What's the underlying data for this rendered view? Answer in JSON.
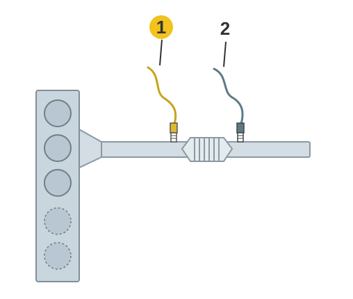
{
  "diagram": {
    "labels": {
      "sensor_1": "1",
      "sensor_2": "2"
    },
    "colors": {
      "background": "#ffffff",
      "engine_fill": "#c9d6de",
      "engine_stroke": "#7f8f99",
      "cylinder_fill": "#b8c7d1",
      "pipe_fill": "#d3dde3",
      "pipe_stroke": "#8a99a3",
      "converter_fill": "#e4ebef",
      "sensor1_wire": "#c9a21a",
      "sensor1_badge": "#f2c21d",
      "sensor2_wire": "#5c7a86",
      "label_text": "#333333"
    },
    "cylinders": [
      {
        "style": "solid"
      },
      {
        "style": "solid"
      },
      {
        "style": "solid"
      },
      {
        "style": "dashed"
      },
      {
        "style": "dashed"
      }
    ]
  }
}
